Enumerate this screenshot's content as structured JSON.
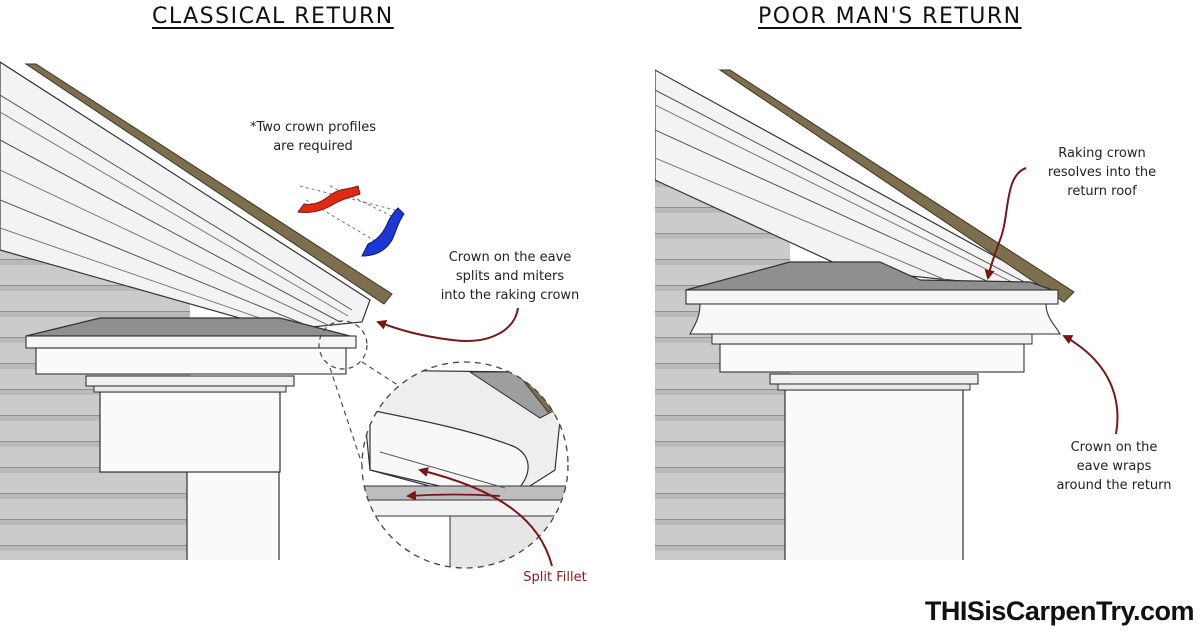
{
  "headings": {
    "left": "CLASSICAL RETURN",
    "right": "POOR MAN'S RETURN"
  },
  "notes": {
    "profiles": [
      "*Two crown profiles",
      "are required"
    ],
    "split": [
      "Crown on the eave",
      "splits and miters",
      "into the raking crown"
    ],
    "fillet": "Split Fillet",
    "raking": [
      "Raking crown",
      "resolves into the",
      "return roof"
    ],
    "wrap": [
      "Crown on the",
      "eave wraps",
      "around the return"
    ]
  },
  "logo": "THISisCarpenTry.com",
  "colors": {
    "siding": "#c9c9c9",
    "trim": "#f7f7f7",
    "roof_top": "#8f8f8f",
    "shingle": "#7d6f4e",
    "arrow": "#7a1616",
    "profile_red": "#e02a10",
    "profile_blue": "#1c37d6"
  }
}
